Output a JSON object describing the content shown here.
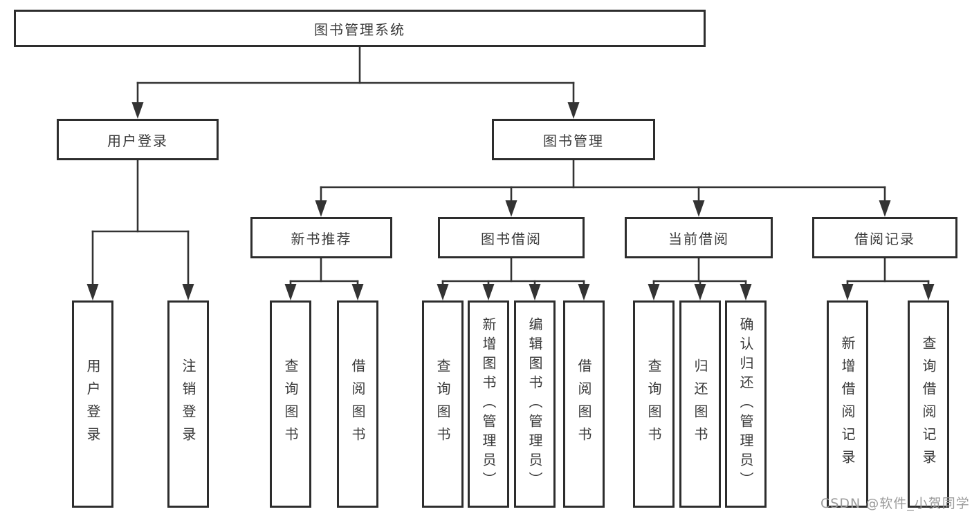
{
  "nodes": {
    "root": {
      "label": "图书管理系统"
    },
    "level2": [
      {
        "label": "用户登录"
      },
      {
        "label": "图书管理"
      }
    ],
    "level3": [
      {
        "label": "新书推荐"
      },
      {
        "label": "图书借阅"
      },
      {
        "label": "当前借阅"
      },
      {
        "label": "借阅记录"
      }
    ],
    "leaves": [
      {
        "label": "用户登录"
      },
      {
        "label": "注销登录"
      },
      {
        "label": "查询图书"
      },
      {
        "label": "借阅图书"
      },
      {
        "label": "查询图书"
      },
      {
        "label": "新增图书（管理员）"
      },
      {
        "label": "编辑图书（管理员）"
      },
      {
        "label": "借阅图书"
      },
      {
        "label": "查询图书"
      },
      {
        "label": "归还图书"
      },
      {
        "label": "确认归还（管理员）"
      },
      {
        "label": "新增借阅记录"
      },
      {
        "label": "查询借阅记录"
      }
    ]
  },
  "watermark": "CSDN @软件_小贺同学",
  "colors": {
    "line": "#333333",
    "box_border": "#2d2d2d",
    "text": "#3a3a3a",
    "watermark": "#9b9b9b",
    "background": "#ffffff"
  }
}
